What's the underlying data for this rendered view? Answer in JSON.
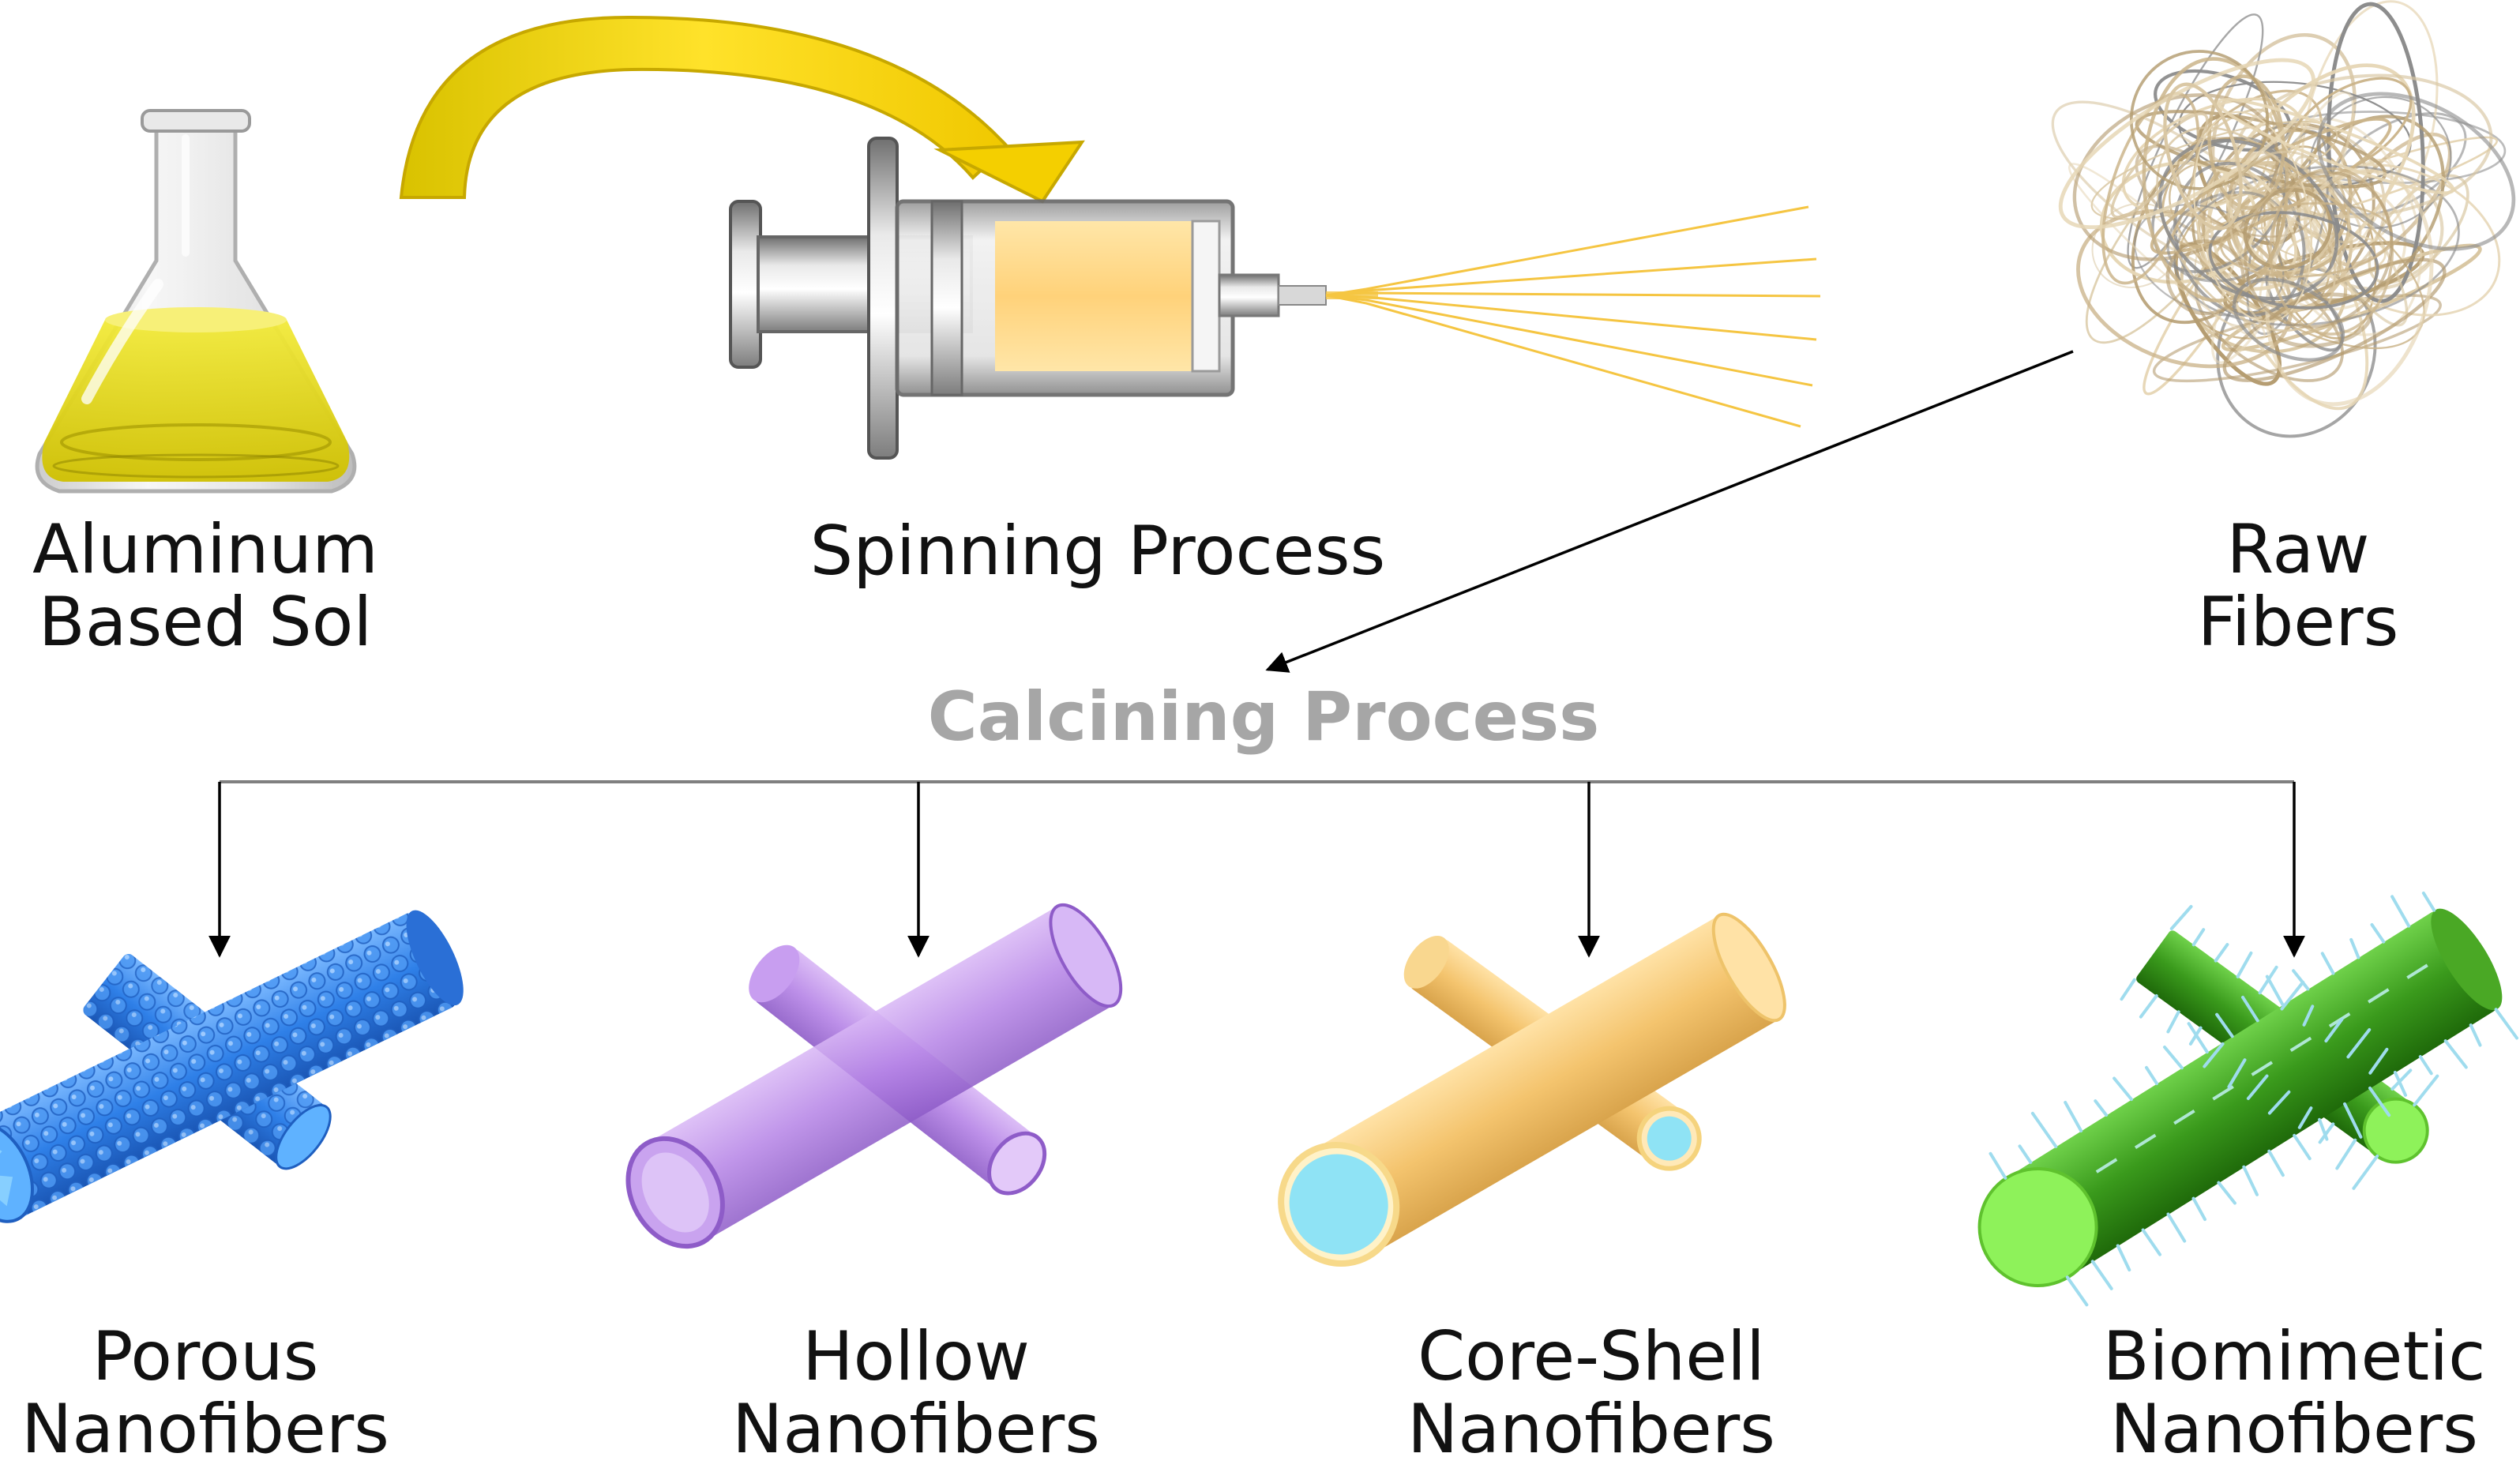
{
  "labels": {
    "sol": [
      "Aluminum",
      "Based Sol"
    ],
    "spinning": "Spinning Process",
    "raw": [
      "Raw",
      "Fibers"
    ],
    "calcining": "Calcining Process",
    "porous": [
      "Porous",
      "Nanofibers"
    ],
    "hollow": [
      "Hollow",
      "Nanofibers"
    ],
    "coreshell": [
      "Core-Shell",
      "Nanofibers"
    ],
    "biomimetic": [
      "Biomimetic",
      "Nanofibers"
    ]
  },
  "colors": {
    "sol_liquid": "#e6dc18",
    "transfer_arrow": "#f2cf00",
    "syringe_fluid": "#ffd98a",
    "jet": "#f5c542",
    "raw_fibers": "#d9c7a3",
    "connector": "#000000",
    "calcining_text": "#a6a6a6",
    "porous": "#2f80e8",
    "hollow": "#b583e6",
    "coreshell_shell": "#f4c46e",
    "coreshell_core": "#8fe3f5",
    "biomimetic": "#3a9a1c",
    "biomimetic_end": "#8ef25a",
    "spikes": "#9fdcee"
  }
}
